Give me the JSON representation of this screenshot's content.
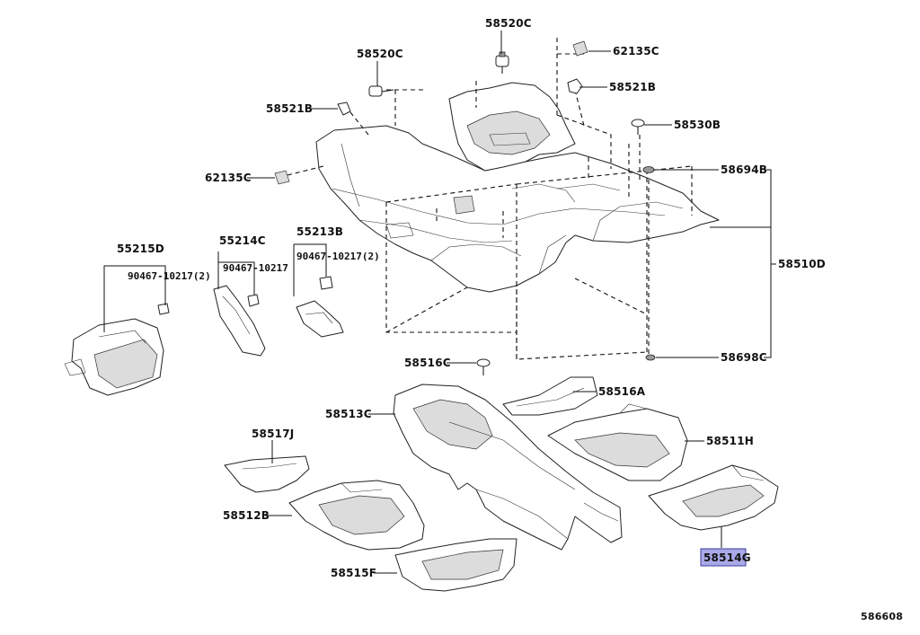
{
  "diagram_id": "586608",
  "parts": {
    "p58520C_a": "58520C",
    "p58520C_b": "58520C",
    "p62135C_a": "62135C",
    "p62135C_b": "62135C",
    "p58521B_a": "58521B",
    "p58521B_b": "58521B",
    "p58530B": "58530B",
    "p58694B": "58694B",
    "p58510D": "58510D",
    "p58698C": "58698C",
    "p55215D": "55215D",
    "p55214C": "55214C",
    "p55213B": "55213B",
    "p90467_a": "90467-10217(2)",
    "p90467_b": "90467-10217",
    "p90467_c": "90467-10217(2)",
    "p58516C": "58516C",
    "p58516A": "58516A",
    "p58513C": "58513C",
    "p58511H": "58511H",
    "p58517J": "58517J",
    "p58512B": "58512B",
    "p58514G": "58514G",
    "p58515F": "58515F"
  },
  "highlight_color": "#a9a9e8"
}
